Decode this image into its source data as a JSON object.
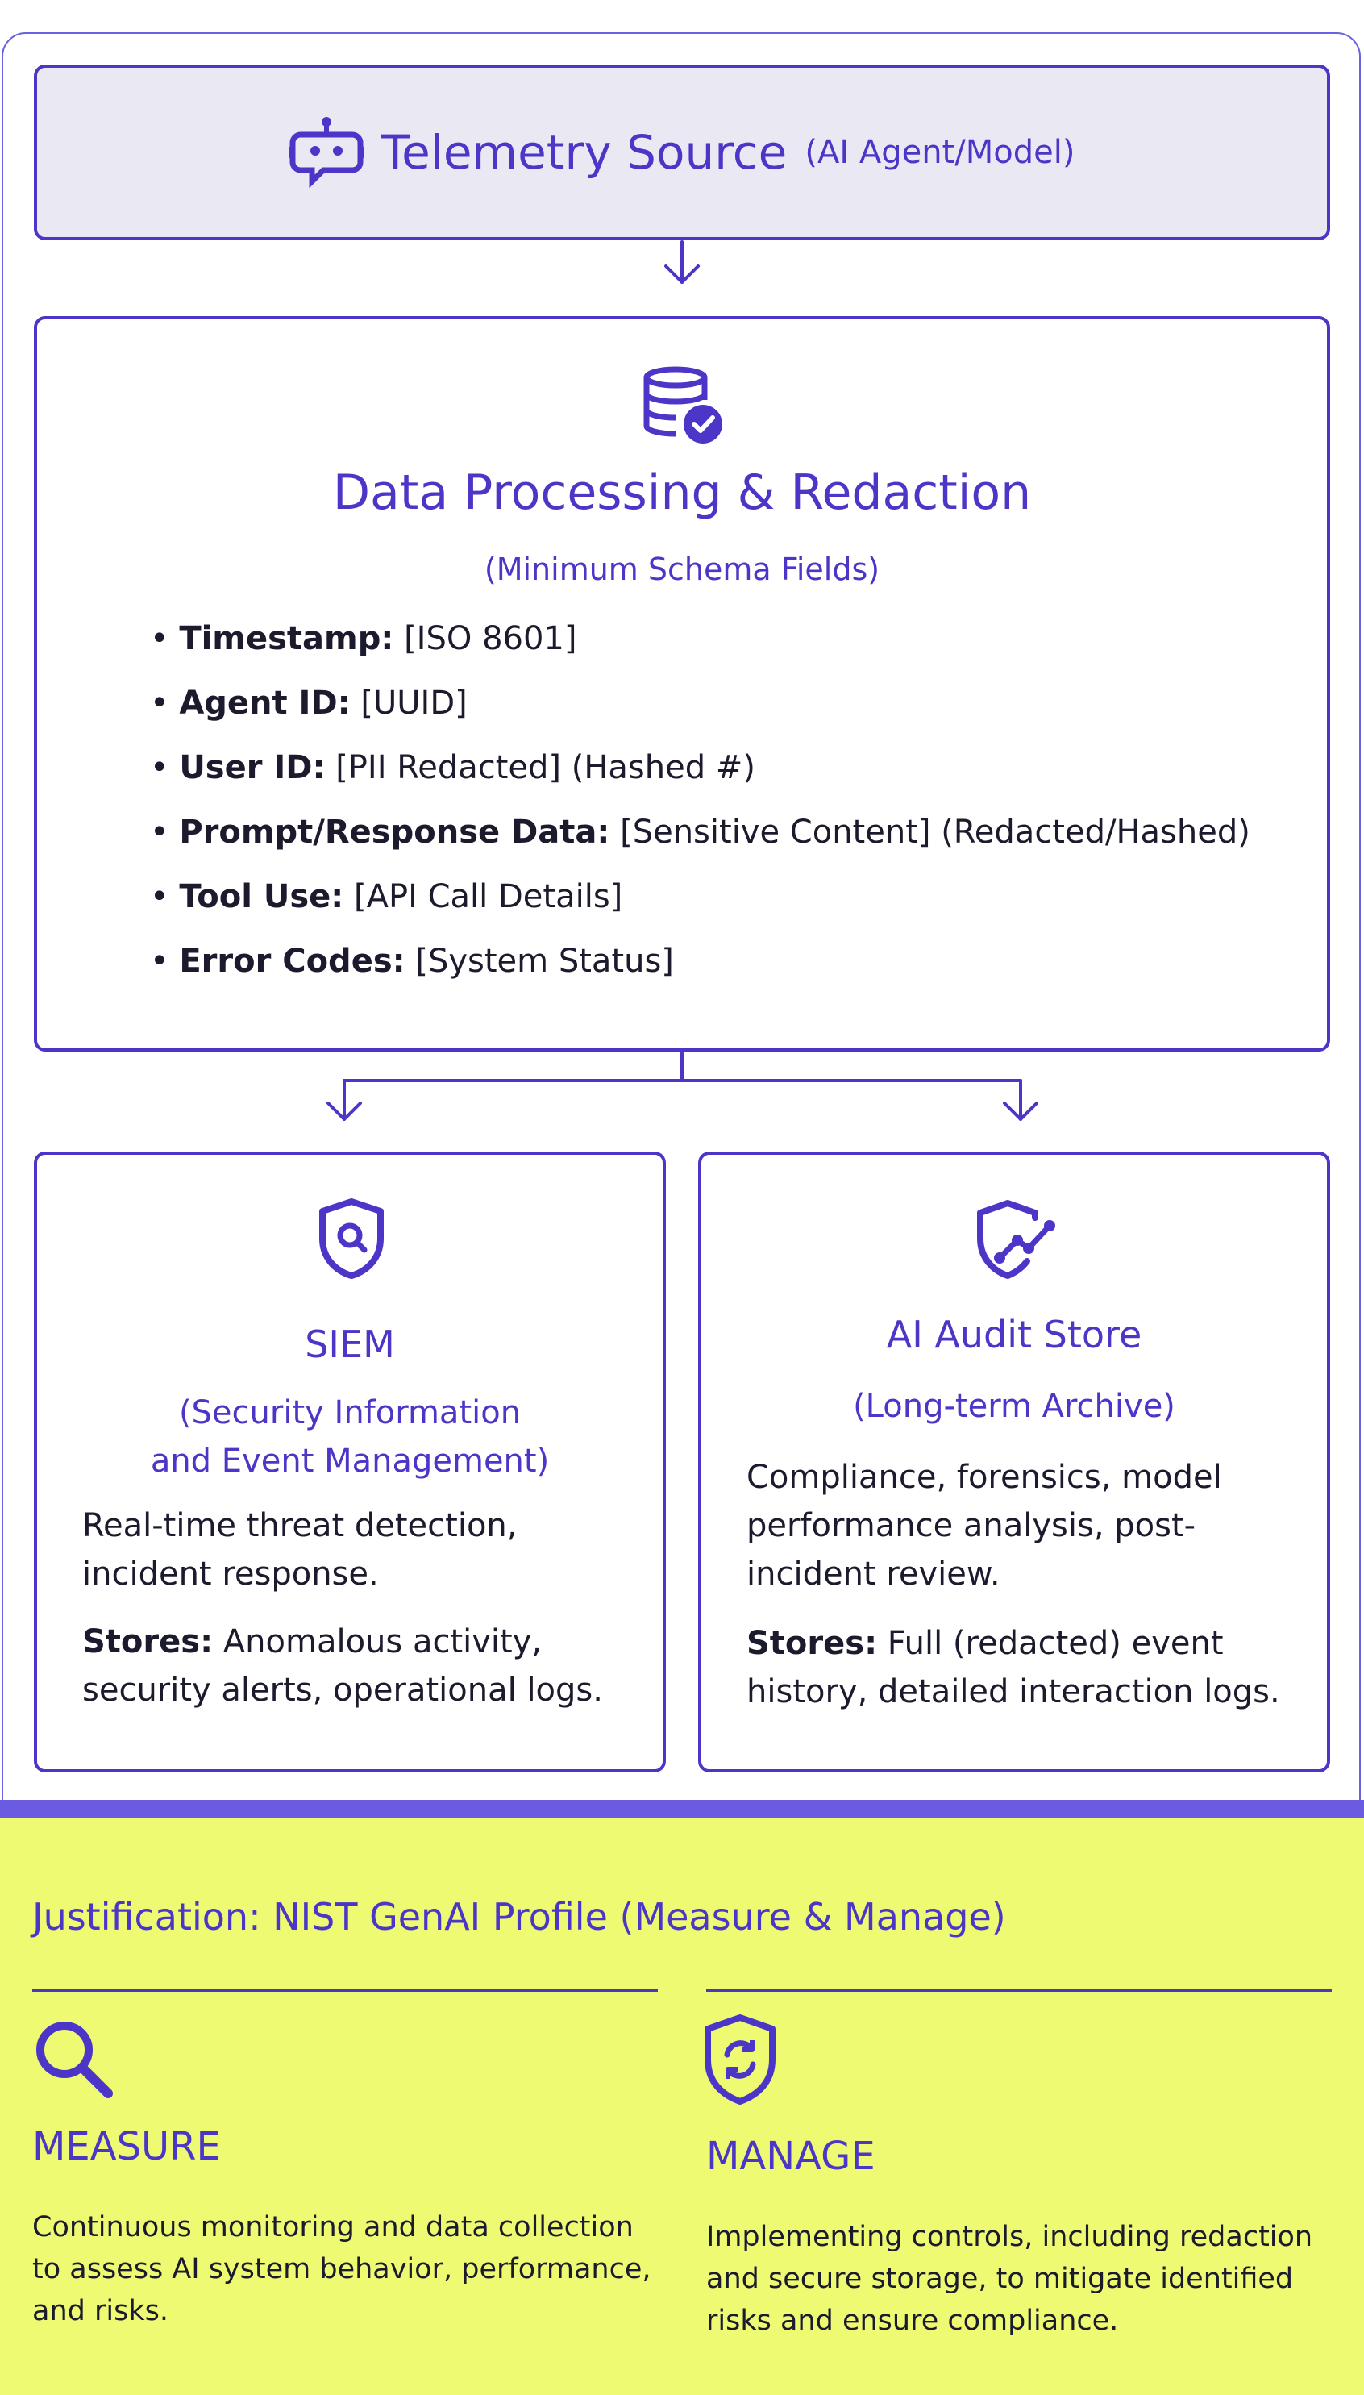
{
  "source": {
    "title": "Telemetry Source",
    "subtitle": "(AI Agent/Model)",
    "icon": "robot-icon"
  },
  "processing": {
    "title": "Data Processing & Redaction",
    "subtitle": "(Minimum Schema Fields)",
    "icon": "database-check-icon",
    "fields": [
      {
        "name": "Timestamp:",
        "value": "[ISO 8601]"
      },
      {
        "name": "Agent ID:",
        "value": "[UUID]"
      },
      {
        "name": "User ID:",
        "value": "[PII Redacted] (Hashed #)"
      },
      {
        "name": "Prompt/Response Data:",
        "value": "[Sensitive Content] (Redacted/Hashed)"
      },
      {
        "name": "Tool Use:",
        "value": "[API Call Details]"
      },
      {
        "name": "Error Codes:",
        "value": "[System Status]"
      }
    ]
  },
  "siem": {
    "title": "SIEM",
    "subtitle_line1": "(Security Information",
    "subtitle_line2": "and Event Management)",
    "description": "Real-time threat detection, incident response.",
    "stores_label": "Stores:",
    "stores_text": "Anomalous activity, security alerts, operational logs.",
    "icon": "shield-search-icon"
  },
  "audit": {
    "title": "AI Audit Store",
    "subtitle": "(Long-term Archive)",
    "description": "Compliance, forensics, model performance analysis, post-incident review.",
    "stores_label": "Stores:",
    "stores_text": "Full (redacted) event history, detailed interaction logs.",
    "icon": "shield-graph-icon"
  },
  "justification": {
    "title": "Justification: NIST GenAI Profile (Measure & Manage)",
    "measure": {
      "title": "MEASURE",
      "description": "Continuous monitoring and data collection to assess AI system behavior, performance, and risks.",
      "icon": "magnifier-icon"
    },
    "manage": {
      "title": "MANAGE",
      "description": "Implementing controls, including redaction and secure storage, to mitigate identified risks and ensure compliance.",
      "icon": "shield-refresh-icon"
    }
  },
  "colors": {
    "accent": "#4b36c8",
    "source_fill": "#eae9f3",
    "justification_fill": "#eefa72",
    "justification_bar": "#6a5be0"
  }
}
